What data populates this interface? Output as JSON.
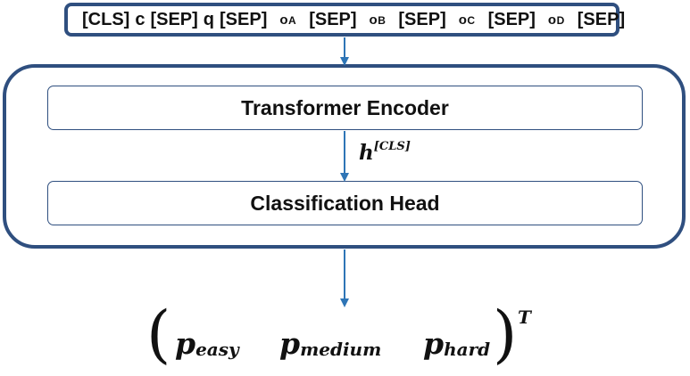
{
  "input": {
    "cls": "[CLS]",
    "context": "c",
    "sep": "[SEP]",
    "question": "q",
    "options": [
      {
        "base": "o",
        "sub": "A"
      },
      {
        "base": "o",
        "sub": "B"
      },
      {
        "base": "o",
        "sub": "C"
      },
      {
        "base": "o",
        "sub": "D"
      }
    ]
  },
  "model": {
    "encoder_label": "Transformer Encoder",
    "head_label": "Classification Head",
    "hidden_symbol": "h",
    "hidden_superscript": "[CLS]"
  },
  "output": {
    "probs": [
      {
        "base": "p",
        "sub": "easy"
      },
      {
        "base": "p",
        "sub": "medium"
      },
      {
        "base": "p",
        "sub": "hard"
      }
    ],
    "transpose": "T"
  },
  "colors": {
    "box_border": "#2f4f7f",
    "arrow": "#2e75b6"
  }
}
